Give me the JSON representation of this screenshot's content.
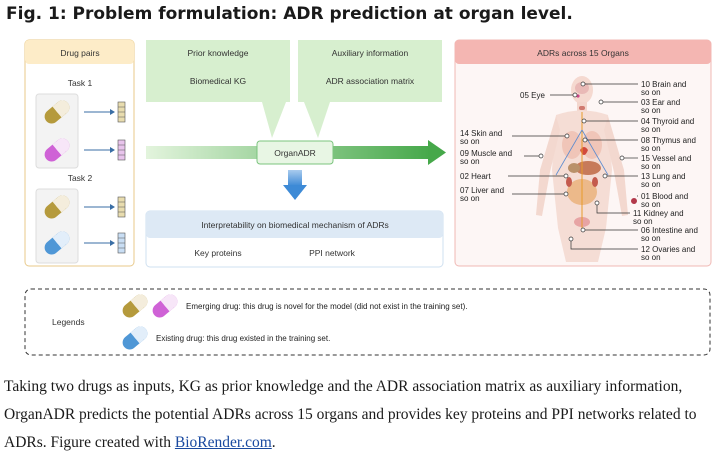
{
  "figure": {
    "title": "Fig. 1: Problem formulation: ADR prediction at organ level.",
    "drug_pairs": {
      "header": "Drug pairs",
      "task1": "Task 1",
      "task2": "Task 2"
    },
    "prior_knowledge": {
      "header": "Prior knowledge",
      "item": "Biomedical KG"
    },
    "auxiliary": {
      "header": "Auxiliary information",
      "item": "ADR association matrix"
    },
    "model_label": "OrganADR",
    "interpretability": {
      "header": "Interpretability on biomedical mechanism of ADRs",
      "key_proteins": "Key proteins",
      "ppi": "PPI network"
    },
    "adrs": {
      "header": "ADRs across 15 Organs",
      "left_labels": [
        {
          "line1": "05 Eye",
          "line2": ""
        },
        {
          "line1": "14 Skin and",
          "line2": "so on"
        },
        {
          "line1": "09 Muscle and",
          "line2": "so on"
        },
        {
          "line1": "02 Heart",
          "line2": ""
        },
        {
          "line1": "07 Liver and",
          "line2": "so on"
        }
      ],
      "right_labels": [
        {
          "line1": "10 Brain and",
          "line2": "so on"
        },
        {
          "line1": "03 Ear and",
          "line2": "so on"
        },
        {
          "line1": "04 Thyroid and",
          "line2": "so on"
        },
        {
          "line1": "08 Thymus and",
          "line2": "so on"
        },
        {
          "line1": "15 Vessel and",
          "line2": "so on"
        },
        {
          "line1": "13 Lung and",
          "line2": "so on"
        },
        {
          "line1": "01 Blood and",
          "line2": "so on"
        },
        {
          "line1": "11 Kidney and",
          "line2": "so on"
        },
        {
          "line1": "06 Intestine and",
          "line2": "so on"
        },
        {
          "line1": "12 Ovaries and",
          "line2": "so on"
        }
      ]
    },
    "legends": {
      "label": "Legends",
      "emerging": "Emerging drug: this drug is novel for the model (did not exist in the training set).",
      "existing": "Existing drug: this drug existed in the training set."
    },
    "colors": {
      "drug_pairs_bg": "#fdecc8",
      "green_bg": "#d7efcf",
      "green_arrow": "#6cc070",
      "blue_bg": "#dde9f5",
      "adr_header_bg": "#f4b6b2",
      "drug_olive": "#b59a3c",
      "drug_magenta": "#cf62d6",
      "drug_blue": "#4f97d6"
    }
  },
  "caption": {
    "text": "Taking two drugs as inputs, KG as prior knowledge and the ADR association matrix as auxiliary information, OrganADR predicts the potential ADRs across 15 organs and provides key proteins and PPI networks related to ADRs. Figure created with ",
    "link": "BioRender.com",
    "end": "."
  }
}
